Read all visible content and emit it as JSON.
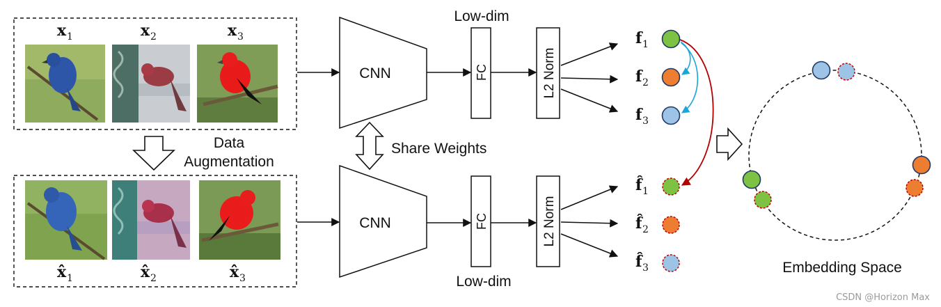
{
  "diagram": {
    "top_inputs": [
      {
        "var": "x",
        "sub": "1"
      },
      {
        "var": "x",
        "sub": "2"
      },
      {
        "var": "x",
        "sub": "3"
      }
    ],
    "bottom_inputs": [
      {
        "var": "x̂",
        "sub": "1"
      },
      {
        "var": "x̂",
        "sub": "2"
      },
      {
        "var": "x̂",
        "sub": "3"
      }
    ],
    "augmentation_label": [
      "Data",
      "Augmentation"
    ],
    "share_weights_label": "Share Weights",
    "cnn_label": "CNN",
    "fc_label": "FC",
    "l2norm_label": "L2 Norm",
    "lowdim_label": "Low-dim",
    "top_features": [
      {
        "var": "f",
        "sub": "1"
      },
      {
        "var": "f",
        "sub": "2"
      },
      {
        "var": "f",
        "sub": "3"
      }
    ],
    "bottom_features": [
      {
        "var": "f̂",
        "sub": "1"
      },
      {
        "var": "f̂",
        "sub": "2"
      },
      {
        "var": "f̂",
        "sub": "3"
      }
    ],
    "embedding_label": "Embedding Space",
    "colors": {
      "green": "#7dc242",
      "orange": "#ed7d31",
      "blue": "#9dc3e6",
      "node_outline": "#1f3864",
      "aug_outline": "#c00000",
      "blue_arrow": "#1aa6d9",
      "red_arrow": "#b30000"
    }
  },
  "watermark": "CSDN @Horizon Max"
}
